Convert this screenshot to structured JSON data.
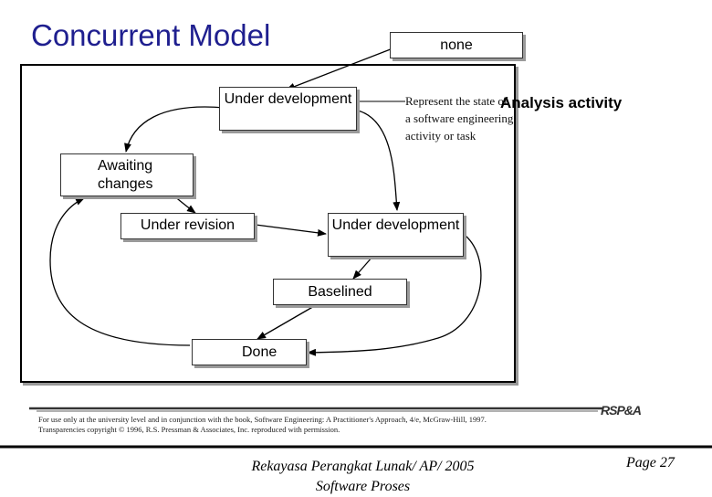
{
  "slide": {
    "title": "Concurrent Model",
    "footer_line1": "Rekayasa Perangkat Lunak/ AP/ 2005",
    "footer_line2": "Software Proses",
    "page": "Page 27"
  },
  "diagram": {
    "states": {
      "none": "none",
      "under_development_top": "Under development",
      "awaiting_changes": "Awaiting changes",
      "under_revision": "Under revision",
      "under_development_right": "Under development",
      "baselined": "Baselined",
      "done": "Done"
    },
    "note": {
      "line1": "Represent the state of",
      "line2": "a software engineering",
      "line3": "activity or task"
    },
    "activity_label": "Analysis activity"
  },
  "copyright": {
    "line1": "For use only at the university level and in conjunction with the book, Software Engineering: A Practitioner's Approach, 4/e, McGraw-Hill, 1997.",
    "line2": "Transparencies copyright © 1996, R.S. Pressman & Associates, Inc. reproduced with permission.",
    "logo": "RSP&A"
  }
}
